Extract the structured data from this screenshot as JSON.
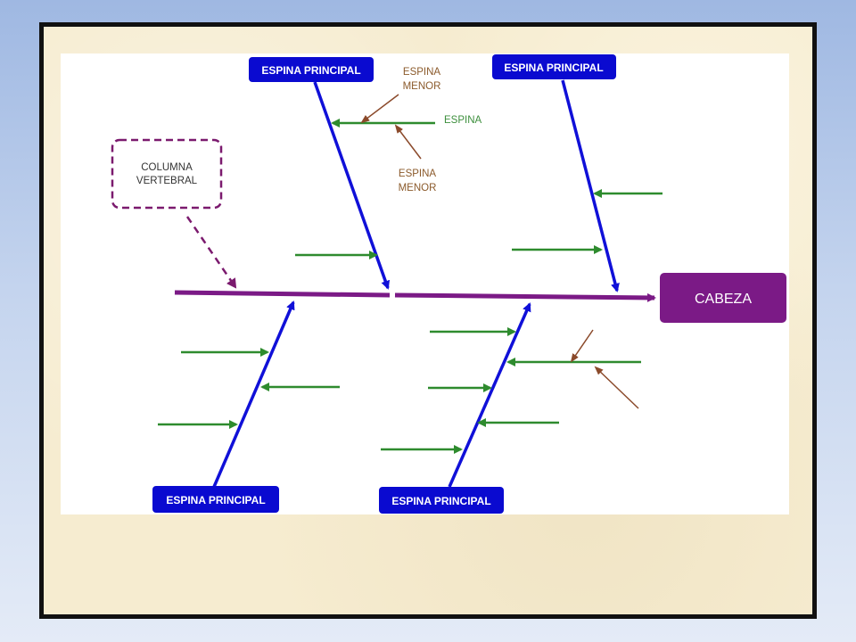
{
  "diagram": {
    "head_label": "CABEZA",
    "spine_label": [
      "COLUMNA",
      "VERTEBRAL"
    ],
    "main_bone_labels": [
      "ESPINA PRINCIPAL",
      "ESPINA PRINCIPAL",
      "ESPINA PRINCIPAL",
      "ESPINA PRINCIPAL"
    ],
    "minor_label_top": [
      "ESPINA",
      "MENOR"
    ],
    "minor_label_bottom": [
      "ESPINA",
      "MENOR"
    ],
    "bone_label": "ESPINA"
  },
  "colors": {
    "spine": "#7b1a86",
    "head_box": "#7b1a86",
    "main_bone": "#1010d8",
    "label_box": "#0a0ad0",
    "bone": "#2e8b2e",
    "minor_arrow": "#8b4a2b",
    "dashed": "#7b1a6e"
  }
}
